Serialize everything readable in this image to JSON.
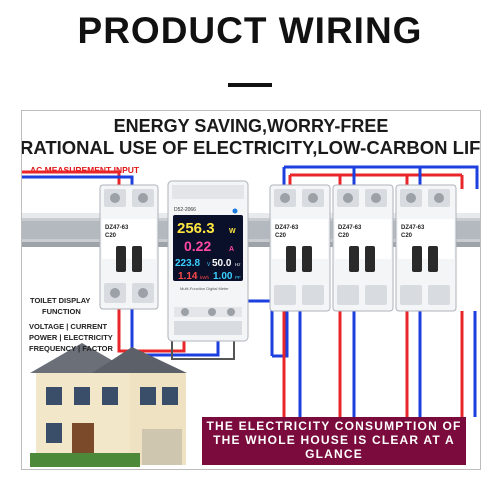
{
  "title": "PRODUCT WIRING",
  "headline_1": "ENERGY SAVING,WORRY-FREE",
  "headline_2": "RATIONAL USE OF ELECTRICITY,LOW-CARBON LIFE",
  "ac_label": "AC MEASUREMENT INPUT",
  "labels": {
    "toilet_display": "TOILET DISPLAY",
    "function": "FUNCTION",
    "voltage": "VOLTAGE",
    "current": "CURRENT",
    "power": "POWER",
    "electricity": "ELECTRICITY",
    "frequency": "FREQUENCY",
    "factor": "FACTOR"
  },
  "breaker": {
    "model": "DZ47-63",
    "rating": "C20"
  },
  "meter": {
    "model": "D52-2066",
    "footer": "Multi-Function Digital Meter",
    "readings": {
      "power": "256.3",
      "power_unit": "W",
      "current": "0.22",
      "current_unit": "A",
      "voltage": "223.8",
      "voltage_unit": "V",
      "frequency": "50.0",
      "frequency_unit": "Hz",
      "energy": "1.14",
      "energy_unit": "kWh",
      "power_factor": "1.00",
      "power_factor_unit": "PF"
    }
  },
  "banner": {
    "line1": "THE ELECTRICITY CONSUMPTION OF",
    "line2": "THE WHOLE HOUSE IS CLEAR AT A",
    "line3": "GLANCE"
  },
  "colors": {
    "wire_red": "#e8262a",
    "wire_blue": "#1c3fe0",
    "banner": "#7a0b3c",
    "lcd": "#0a0f2a"
  }
}
